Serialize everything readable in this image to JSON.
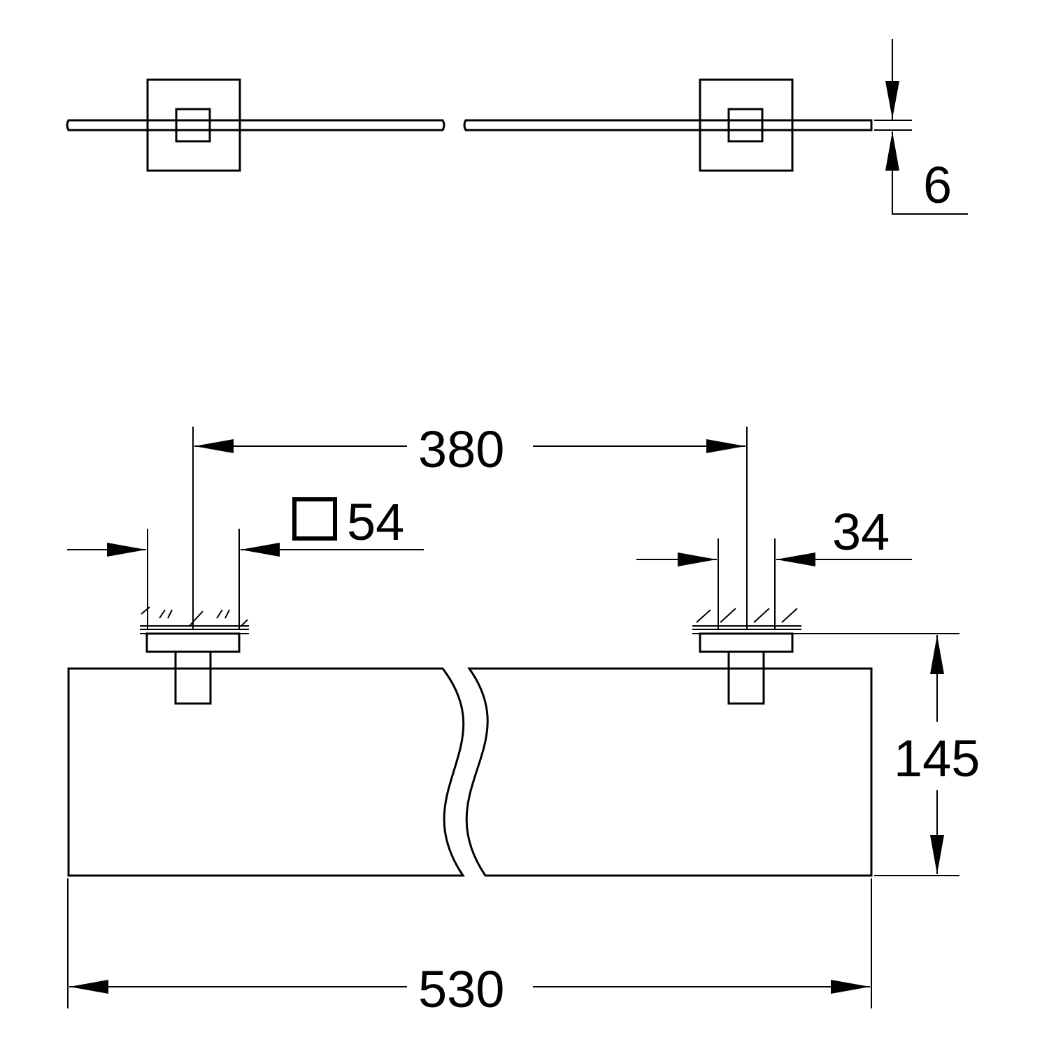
{
  "drawing": {
    "type": "technical-dimension-drawing",
    "line_color": "#000000",
    "background": "#ffffff",
    "dimensions": {
      "glass_thickness": "6",
      "mount_spacing": "380",
      "square_symbol_value": "54",
      "bracket_width": "34",
      "depth": "145",
      "overall_length": "530"
    },
    "icons": {
      "square_dimension_symbol": "square-size-icon"
    }
  }
}
